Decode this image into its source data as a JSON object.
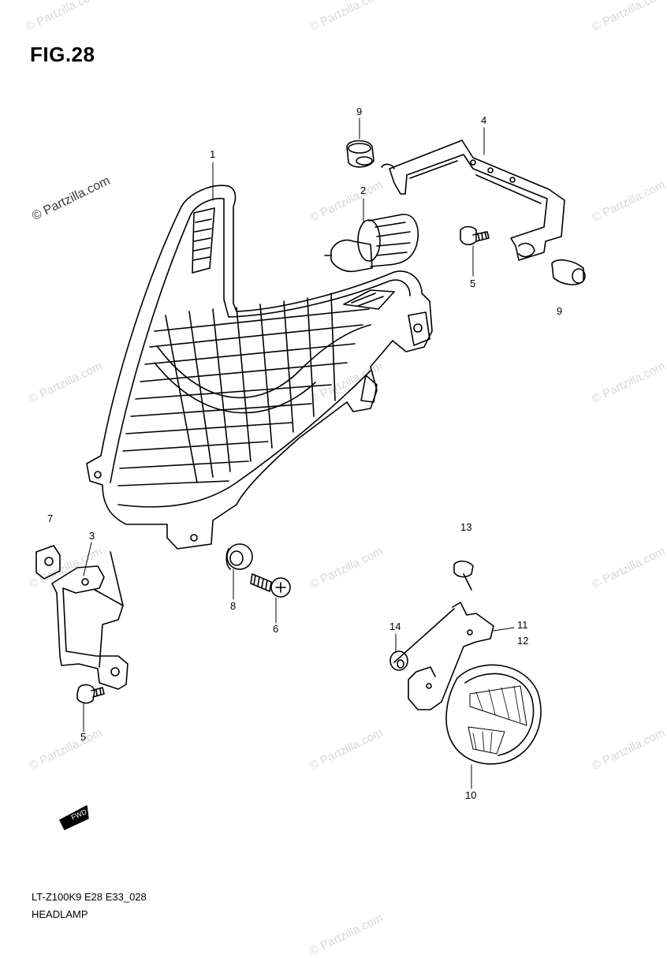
{
  "figure": {
    "title": "FIG.28"
  },
  "callouts": [
    {
      "id": "c1",
      "label": "1"
    },
    {
      "id": "c2",
      "label": "2"
    },
    {
      "id": "c3",
      "label": "3"
    },
    {
      "id": "c4",
      "label": "4"
    },
    {
      "id": "c5a",
      "label": "5"
    },
    {
      "id": "c5b",
      "label": "5"
    },
    {
      "id": "c6",
      "label": "6"
    },
    {
      "id": "c7",
      "label": "7"
    },
    {
      "id": "c8",
      "label": "8"
    },
    {
      "id": "c9a",
      "label": "9"
    },
    {
      "id": "c9b",
      "label": "9"
    },
    {
      "id": "c10",
      "label": "10"
    },
    {
      "id": "c11",
      "label": "11"
    },
    {
      "id": "c12",
      "label": "12"
    },
    {
      "id": "c13",
      "label": "13"
    },
    {
      "id": "c14",
      "label": "14"
    }
  ],
  "footer": {
    "model_code": "LT-Z100K9 E28 E33_028",
    "section": "HEADLAMP"
  },
  "watermarks": {
    "primary": "© Partzilla.com",
    "repeat": "© Partzilla.com"
  },
  "front_arrow": {
    "icon": "front-direction-arrow-icon",
    "label": "FWD"
  }
}
